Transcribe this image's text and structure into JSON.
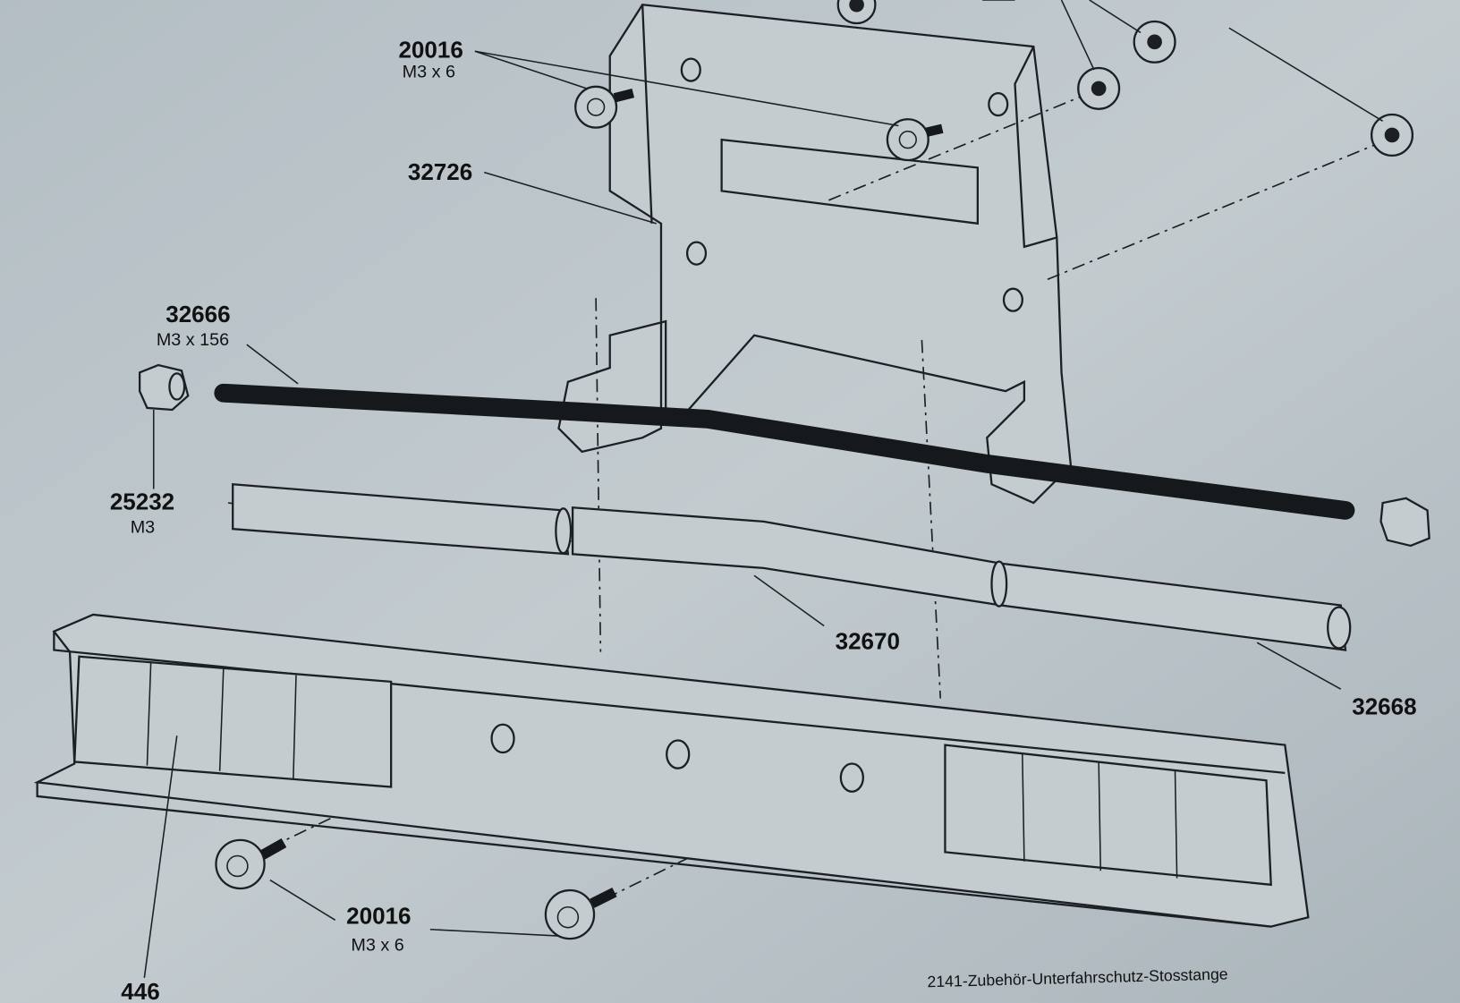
{
  "diagram": {
    "caption": "2141-Zubehör-Unterfahrschutz-Stosstange",
    "labels": [
      {
        "id": "screw-top",
        "part": "20016",
        "spec": "M3 x 6"
      },
      {
        "id": "bracket",
        "part": "32726"
      },
      {
        "id": "threaded-rod",
        "part": "32666",
        "spec": "M3 x 156"
      },
      {
        "id": "nut",
        "part": "25232",
        "spec": "M3"
      },
      {
        "id": "tube",
        "part": "32670"
      },
      {
        "id": "tube-end",
        "part": "32668"
      },
      {
        "id": "screw-bottom",
        "part": "20016",
        "spec": "M3 x 6"
      },
      {
        "id": "bumper",
        "part": "446"
      }
    ],
    "colors": {
      "paper": "#b9c3c8",
      "ink": "#1c2024"
    }
  }
}
